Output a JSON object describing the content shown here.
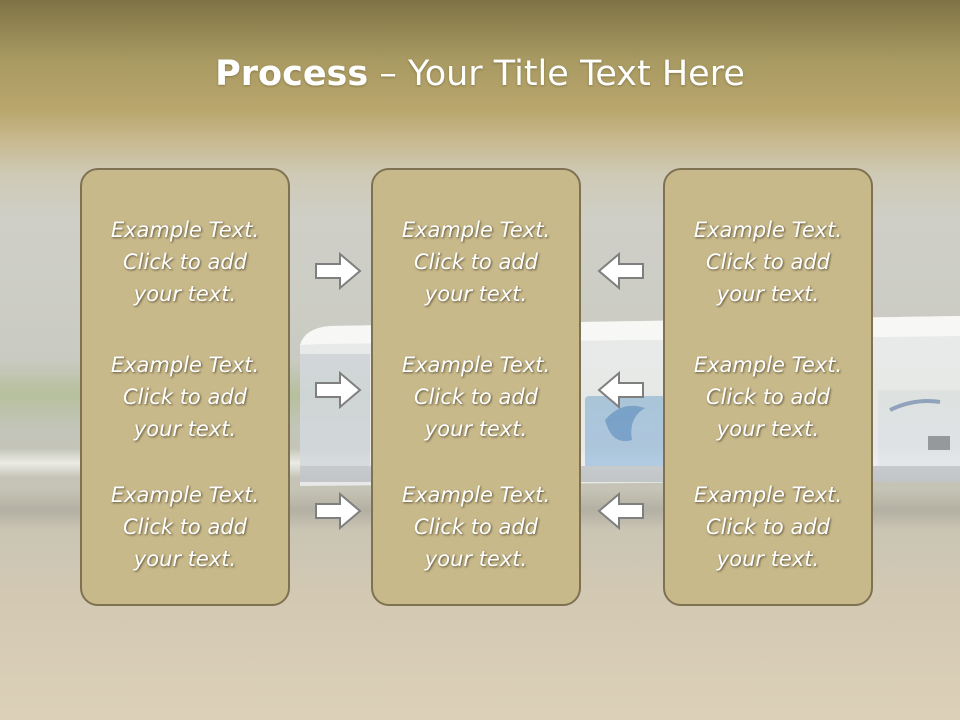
{
  "slide": {
    "title_bold": "Process",
    "title_rest": " – Your Title Text Here",
    "columns": [
      {
        "items": [
          {
            "line1": "Example Text.",
            "line2": "Click  to add",
            "line3": "your text."
          },
          {
            "line1": "Example Text.",
            "line2": "Click  to add",
            "line3": "your text."
          },
          {
            "line1": "Example Text.",
            "line2": "Click  to add",
            "line3": "your text."
          }
        ]
      },
      {
        "items": [
          {
            "line1": "Example Text.",
            "line2": "Click  to add",
            "line3": "your text."
          },
          {
            "line1": "Example Text.",
            "line2": "Click  to add",
            "line3": "your text."
          },
          {
            "line1": "Example Text.",
            "line2": "Click  to add",
            "line3": "your text."
          }
        ]
      },
      {
        "items": [
          {
            "line1": "Example Text.",
            "line2": "Click  to add",
            "line3": "your text."
          },
          {
            "line1": "Example Text.",
            "line2": "Click  to add",
            "line3": "your text."
          },
          {
            "line1": "Example Text.",
            "line2": "Click  to add",
            "line3": "your text."
          }
        ]
      }
    ],
    "arrow_icon_left_group": "right-arrow-icon",
    "arrow_icon_right_group": "left-arrow-icon",
    "colors": {
      "box_fill": "#c8b98b",
      "box_border": "#7e7252",
      "arrow_fill": "#ffffff",
      "arrow_stroke": "#7f7f7f"
    }
  }
}
